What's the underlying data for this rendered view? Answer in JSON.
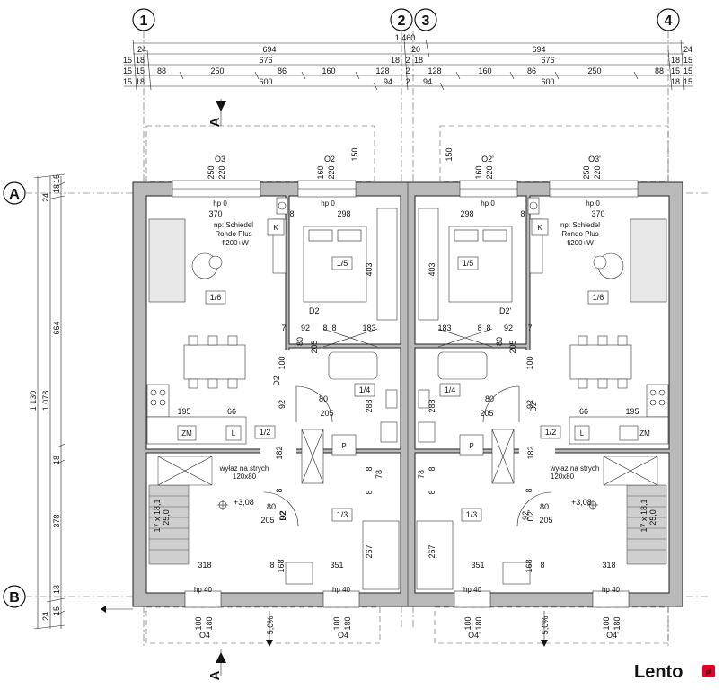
{
  "axes": {
    "a1": "1",
    "a2": "2",
    "a3": "3",
    "a4": "4",
    "rowA": "A",
    "rowB": "B"
  },
  "top_dims": {
    "total": "1 460",
    "r1": {
      "left": "24",
      "mid1": "694",
      "center": "20",
      "mid2": "694",
      "right": "24"
    },
    "r2": {
      "a": "15",
      "b": "18",
      "c": "676",
      "d": "18",
      "e": "2",
      "f": "18",
      "g": "676",
      "h": "18",
      "i": "15"
    },
    "r3": {
      "a": "15",
      "b": "15",
      "c": "88",
      "d": "250",
      "e": "86",
      "f": "160",
      "g": "128",
      "h": "2",
      "i": "128",
      "j": "160",
      "k": "86",
      "l": "250",
      "m": "88",
      "n": "15",
      "o": "15"
    },
    "r4": {
      "a": "15",
      "b": "18",
      "c": "600",
      "d": "94",
      "e": "2",
      "f": "94",
      "g": "600",
      "h": "18",
      "i": "15"
    }
  },
  "left_dims": {
    "total": "1 130",
    "sub": "1 078",
    "upper": "664",
    "mid": "18",
    "lower": "378",
    "top_a": "15",
    "top_b": "18",
    "top_c": "24",
    "bot_a": "18",
    "bot_b": "15",
    "bot_c": "24"
  },
  "windows": {
    "o3": "O3",
    "o2": "O2",
    "o2p": "O2'",
    "o3p": "O3'",
    "o4": "O4",
    "o4p": "O4'",
    "w250": "250",
    "w220": "220",
    "w160": "160",
    "w150": "150",
    "w100": "100",
    "w180": "180",
    "hp0": "hp 0",
    "hp40": "hp 40"
  },
  "rooms": {
    "r16": "1/6",
    "r15": "1/5",
    "r14": "1/4",
    "r13": "1/3",
    "r12": "1/2"
  },
  "doors": {
    "d2": "D2",
    "d2p": "D2'"
  },
  "inner_dims": {
    "d370": "370",
    "d298": "298",
    "d8": "8",
    "d403": "403",
    "d7": "7",
    "d92": "92",
    "d183": "183",
    "d80": "80",
    "d205": "205",
    "d100": "100",
    "d288": "288",
    "d195": "195",
    "d66": "66",
    "d182": "182",
    "d78": "78",
    "d318": "318",
    "d351": "351",
    "d168": "168",
    "d267": "267"
  },
  "labels": {
    "chimney1": "np: Schiedel",
    "chimney2": "Rondo Plus",
    "chimney3": "fi200+W",
    "k": "K",
    "zm": "ZM",
    "l": "L",
    "p": "P",
    "attic1": "wyłaz na strych",
    "attic2": "120x80",
    "level": "+3,08",
    "stairs1": "17 x 18,1",
    "stairs2": "25,0",
    "slope": "5,0%",
    "section_a": "A"
  },
  "logo": {
    "text": "Lento",
    "suffix": "pl"
  }
}
